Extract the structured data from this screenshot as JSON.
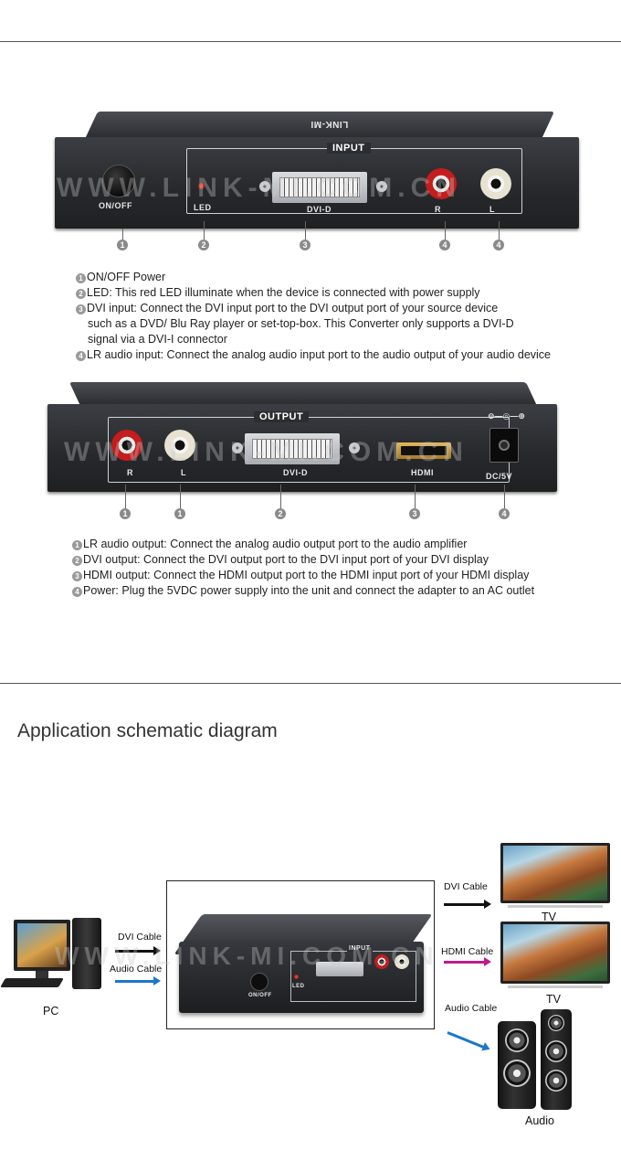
{
  "watermark": "WWW.LINK-MI.COM.CN",
  "brand": "LINK-MI",
  "input_panel": {
    "box_title": "INPUT",
    "labels": {
      "onoff": "ON/OFF",
      "led": "LED",
      "dvid": "DVI-D",
      "r": "R",
      "l": "L"
    },
    "callouts": [
      "1",
      "2",
      "3",
      "4",
      "4"
    ]
  },
  "input_desc": [
    {
      "num": "1",
      "text": "ON/OFF Power"
    },
    {
      "num": "2",
      "text": "LED: This red LED illuminate when the device is connected with power supply"
    },
    {
      "num": "3",
      "text": "DVI input: Connect the DVI input port to the DVI output port of your source device",
      "cont": [
        "such as a DVD/ Blu Ray player or set-top-box. This Converter only supports a DVI-D",
        "signal via a DVI-I connector"
      ]
    },
    {
      "num": "4",
      "text": "LR audio input: Connect the analog audio input port to the audio output of your audio device"
    }
  ],
  "output_panel": {
    "box_title": "OUTPUT",
    "labels": {
      "r": "R",
      "l": "L",
      "dvid": "DVI-D",
      "hdmi": "HDMI",
      "dc": "DC/5V"
    },
    "callouts": [
      "1",
      "1",
      "2",
      "3",
      "4"
    ]
  },
  "output_desc": [
    {
      "num": "1",
      "text": "LR audio output: Connect the analog audio output port to the audio amplifier"
    },
    {
      "num": "2",
      "text": "DVI output: Connect the DVI output port to the DVI input port of your DVI display"
    },
    {
      "num": "3",
      "text": "HDMI output: Connect the HDMI output port to the HDMI input port of  your HDMI display"
    },
    {
      "num": "4",
      "text": "Power: Plug the 5VDC power supply into the unit and connect the adapter to an AC outlet"
    }
  ],
  "application": {
    "title": "Application schematic diagram",
    "pc_label": "PC",
    "dvi_cable_in": "DVI Cable",
    "audio_cable_in": "Audio Cable",
    "dvi_cable_out": "DVI Cable",
    "hdmi_cable_out": "HDMI Cable",
    "audio_cable_out": "Audio Cable",
    "tv1_label": "TV",
    "tv2_label": "TV",
    "audio_label": "Audio",
    "device_input": "INPUT",
    "device_onoff": "ON/OFF",
    "device_led": "LED"
  },
  "colors": {
    "dvi_arrow": "#111111",
    "hdmi_arrow": "#c0198a",
    "audio_arrow": "#1a78c8"
  }
}
